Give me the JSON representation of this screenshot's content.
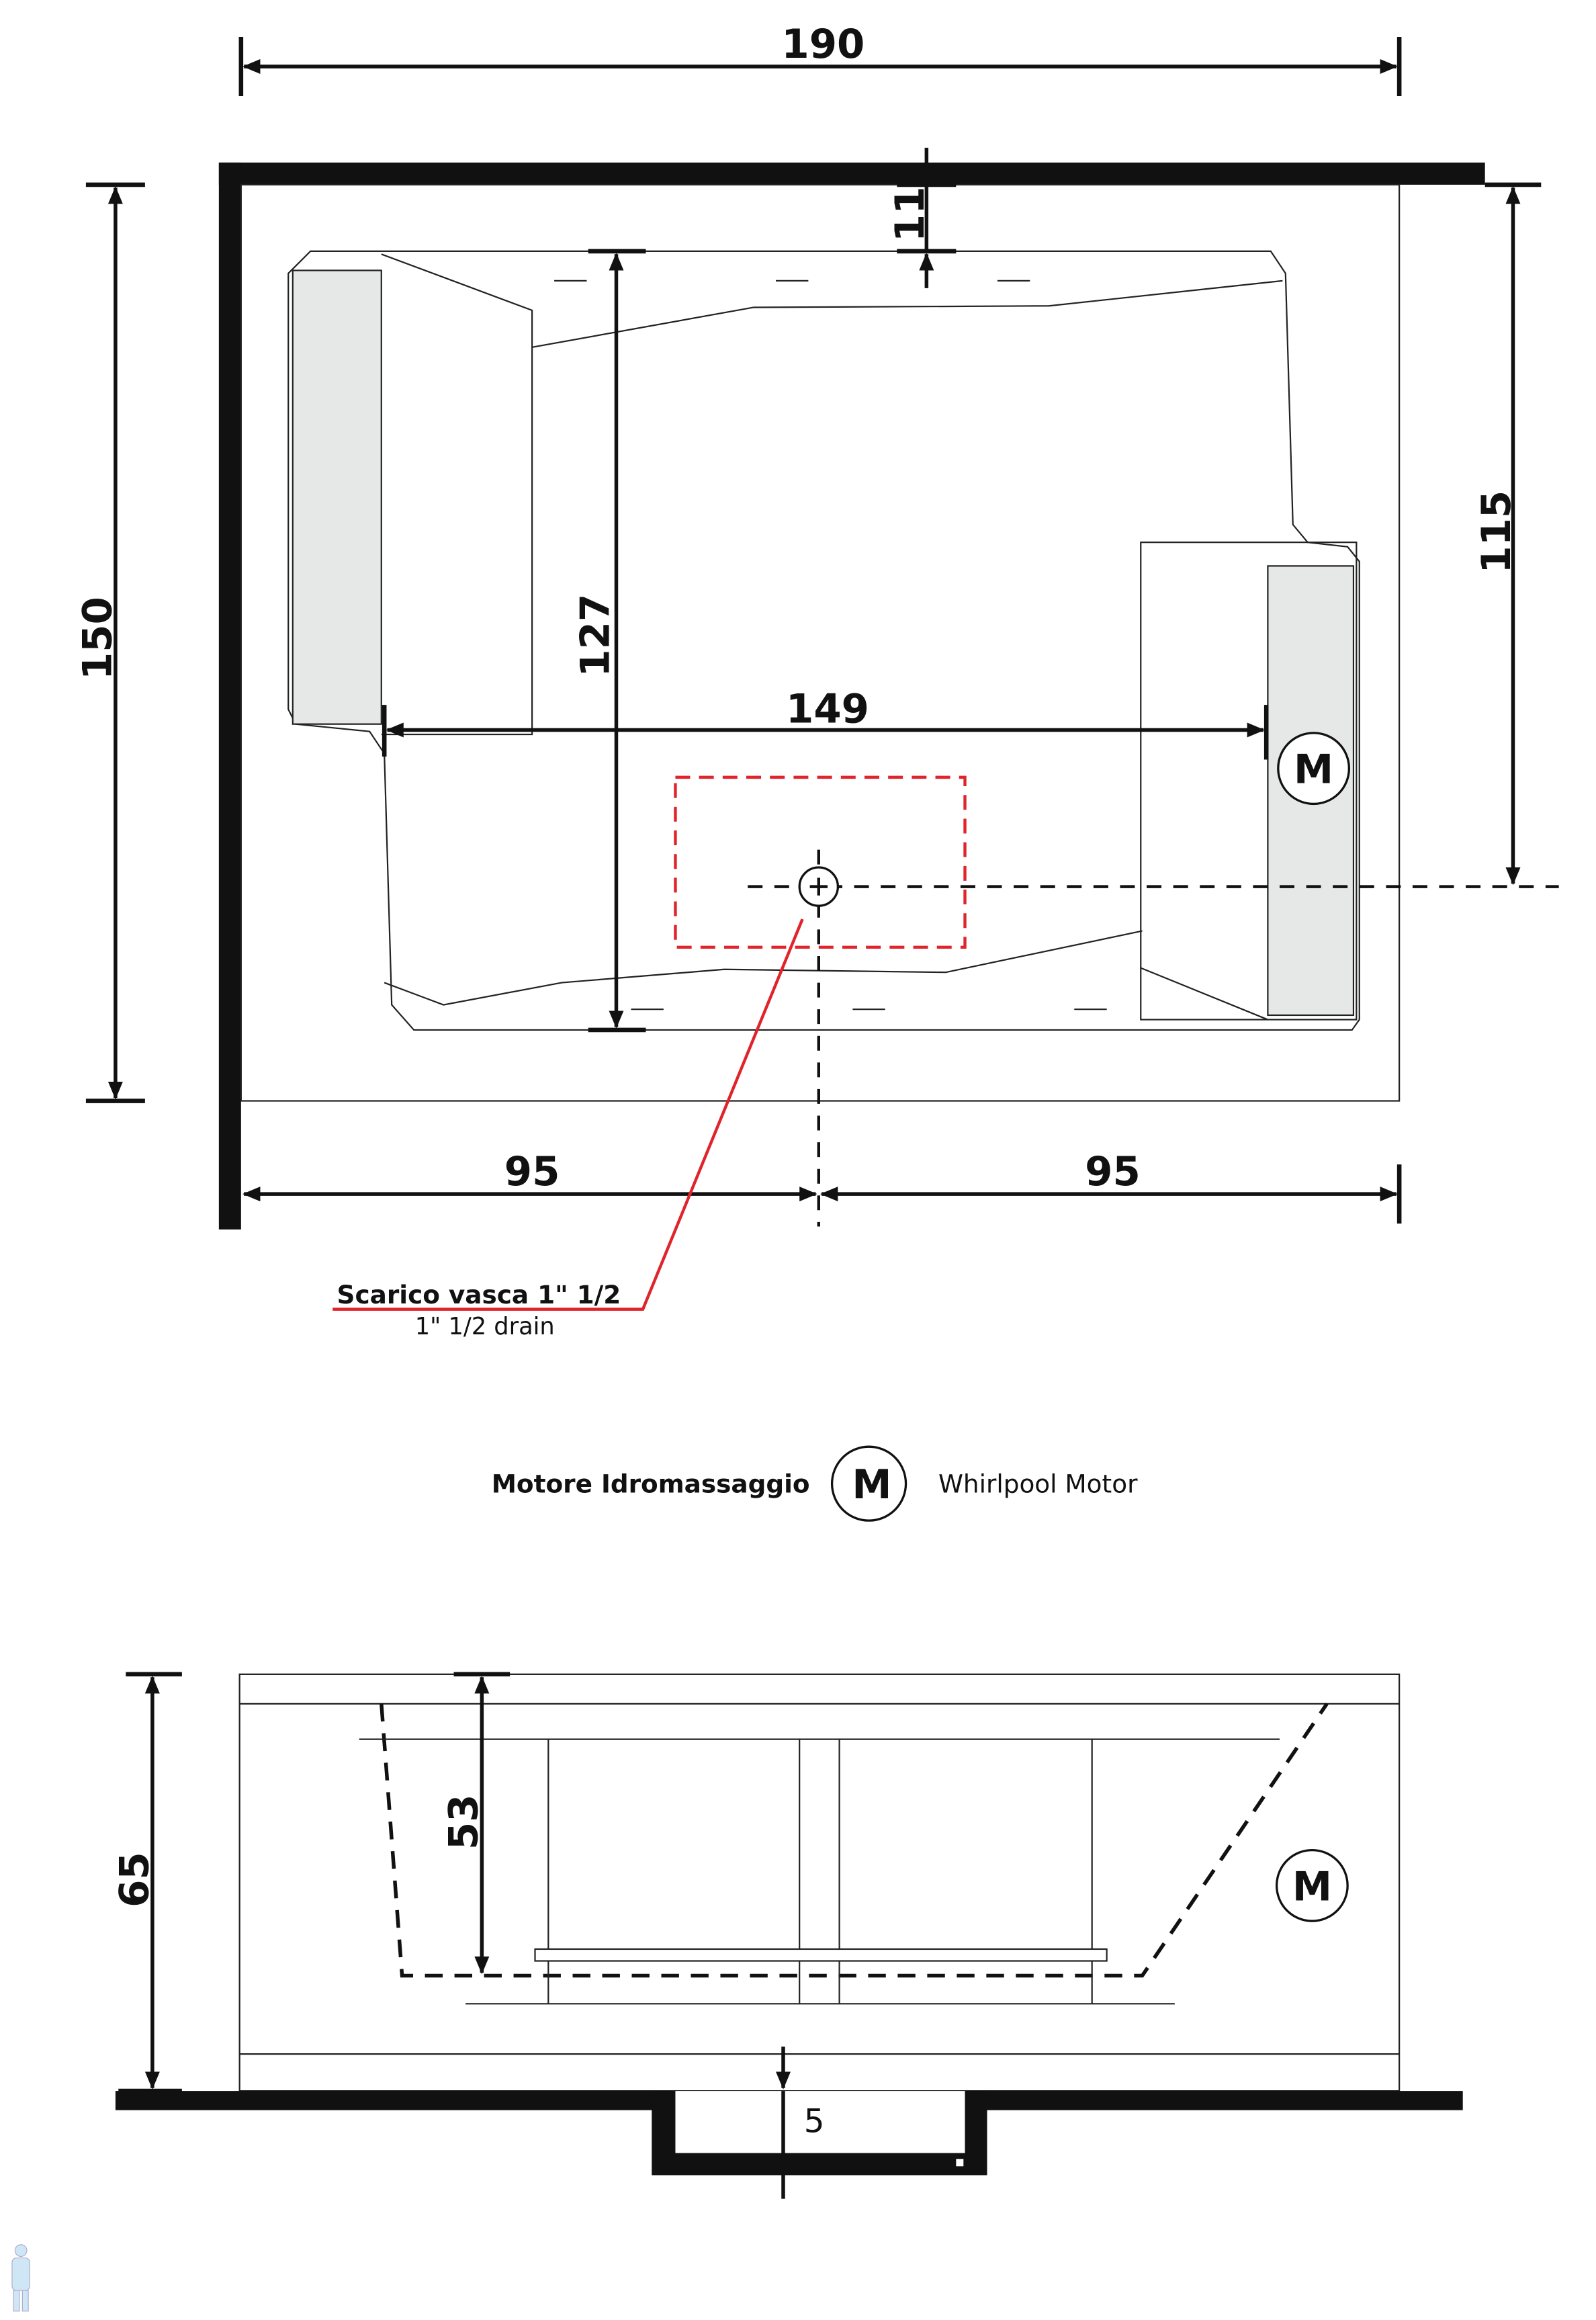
{
  "plan_view": {
    "dimensions": {
      "overall_length": "190",
      "overall_width": "150",
      "wall_clearance": "11",
      "inner_width": "127",
      "inner_length": "149",
      "drain_from_wall": "115",
      "drain_left": "95",
      "drain_right": "95"
    },
    "motor_symbol": "M",
    "drain_label": {
      "italian": "Scarico vasca 1\" 1/2",
      "english": "1\" 1/2  drain"
    }
  },
  "legend": {
    "italian": "Motore Idromassaggio",
    "symbol": "M",
    "english": "Whirlpool Motor"
  },
  "side_view": {
    "dimensions": {
      "total_height": "65",
      "inner_depth": "53",
      "recess_depth": "5"
    },
    "motor_symbol": "M"
  },
  "colors": {
    "drain": "#e0242b",
    "headrest": "#e6e8e8",
    "wall": "#111111"
  }
}
